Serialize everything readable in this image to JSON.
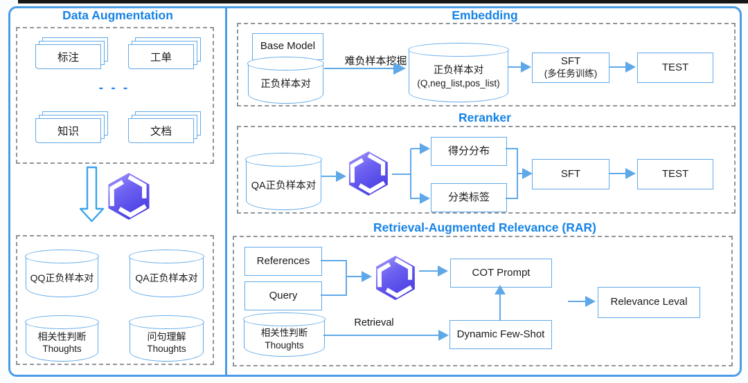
{
  "colors": {
    "accent_blue": "#1583e6",
    "shape_blue": "#5fa8e8",
    "frame_blue": "#4a9ce8",
    "dash_gray": "#8f9499",
    "logo_purple_light": "#a89bfa",
    "logo_purple_dark": "#4b3fe4"
  },
  "sections": {
    "data_augmentation": {
      "title": "Data Augmentation",
      "source_docs": [
        {
          "label": "标注"
        },
        {
          "label": "工单"
        },
        {
          "label": "知识"
        },
        {
          "label": "文档"
        }
      ],
      "ellipsis": "- - -",
      "output_cylinders": [
        {
          "line1": "QQ正负样本对",
          "line2": ""
        },
        {
          "line1": "QA正负样本对",
          "line2": ""
        },
        {
          "line1": "相关性判断",
          "line2": "Thoughts"
        },
        {
          "line1": "问句理解",
          "line2": "Thoughts"
        }
      ]
    },
    "embedding": {
      "title": "Embedding",
      "base_model_label": "Base Model",
      "input_cylinder_label": "正负样本对",
      "mining_arrow_label": "难负样本挖掘",
      "mined_cylinder_line1": "正负样本对",
      "mined_cylinder_line2": "(Q,neg_list,pos_list)",
      "sft_line1": "SFT",
      "sft_line2": "(多任务训练)",
      "test_label": "TEST"
    },
    "reranker": {
      "title": "Reranker",
      "input_cylinder_label": "QA正负样本对",
      "score_box_label": "得分分布",
      "class_box_label": "分类标签",
      "sft_label": "SFT",
      "test_label": "TEST"
    },
    "rar": {
      "title": "Retrieval-Augmented Relevance (RAR)",
      "references_label": "References",
      "query_label": "Query",
      "cot_prompt_label": "COT Prompt",
      "thoughts_cylinder_line1": "相关性判断",
      "thoughts_cylinder_line2": "Thoughts",
      "retrieval_arrow_label": "Retrieval",
      "dynamic_few_shot_label": "Dynamic Few-Shot",
      "relevance_box_label": "Relevance Leval"
    }
  }
}
